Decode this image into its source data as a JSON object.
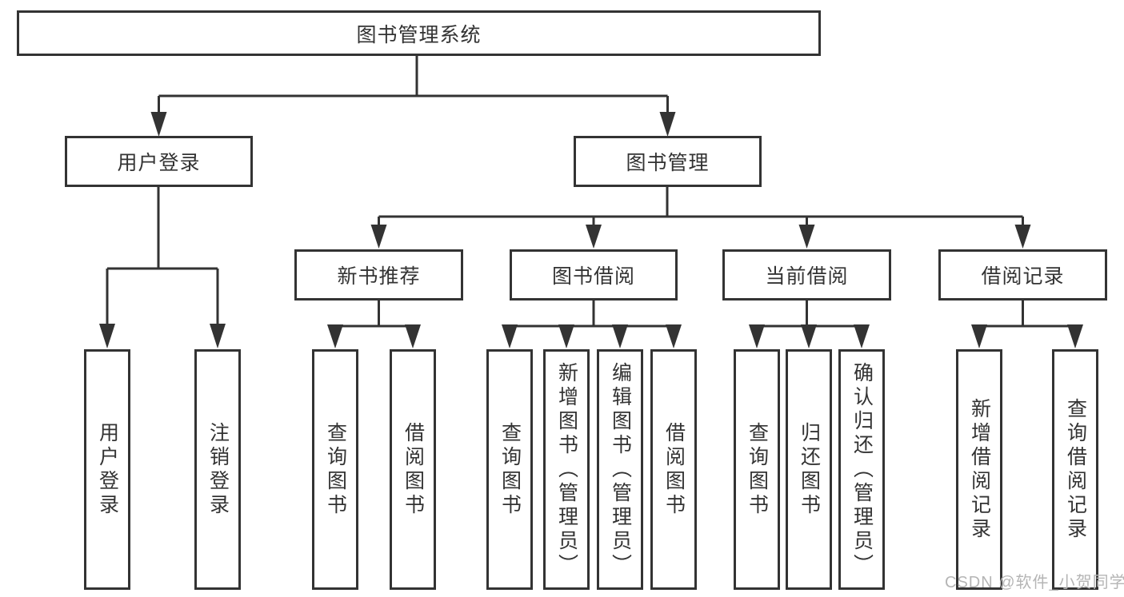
{
  "tree": {
    "root": {
      "label": "图书管理系统"
    },
    "branches": [
      {
        "label": "用户登录",
        "children": [
          {
            "label": "用户登录"
          },
          {
            "label": "注销登录"
          }
        ]
      },
      {
        "label": "图书管理",
        "children": [
          {
            "label": "新书推荐",
            "children": [
              {
                "label": "查询图书"
              },
              {
                "label": "借阅图书"
              }
            ]
          },
          {
            "label": "图书借阅",
            "children": [
              {
                "label": "查询图书"
              },
              {
                "label": "新增图书（管理员）"
              },
              {
                "label": "编辑图书（管理员）"
              },
              {
                "label": "借阅图书"
              }
            ]
          },
          {
            "label": "当前借阅",
            "children": [
              {
                "label": "查询图书"
              },
              {
                "label": "归还图书"
              },
              {
                "label": "确认归还（管理员）"
              }
            ]
          },
          {
            "label": "借阅记录",
            "children": [
              {
                "label": "新增借阅记录"
              },
              {
                "label": "查询借阅记录"
              }
            ]
          }
        ]
      }
    ]
  },
  "watermark": "CSDN @软件_小贺同学",
  "colors": {
    "line": "#333333",
    "text": "#333333",
    "box_background": "#ffffff",
    "watermark": "#b5b5b5",
    "page_background": "#ffffff"
  }
}
